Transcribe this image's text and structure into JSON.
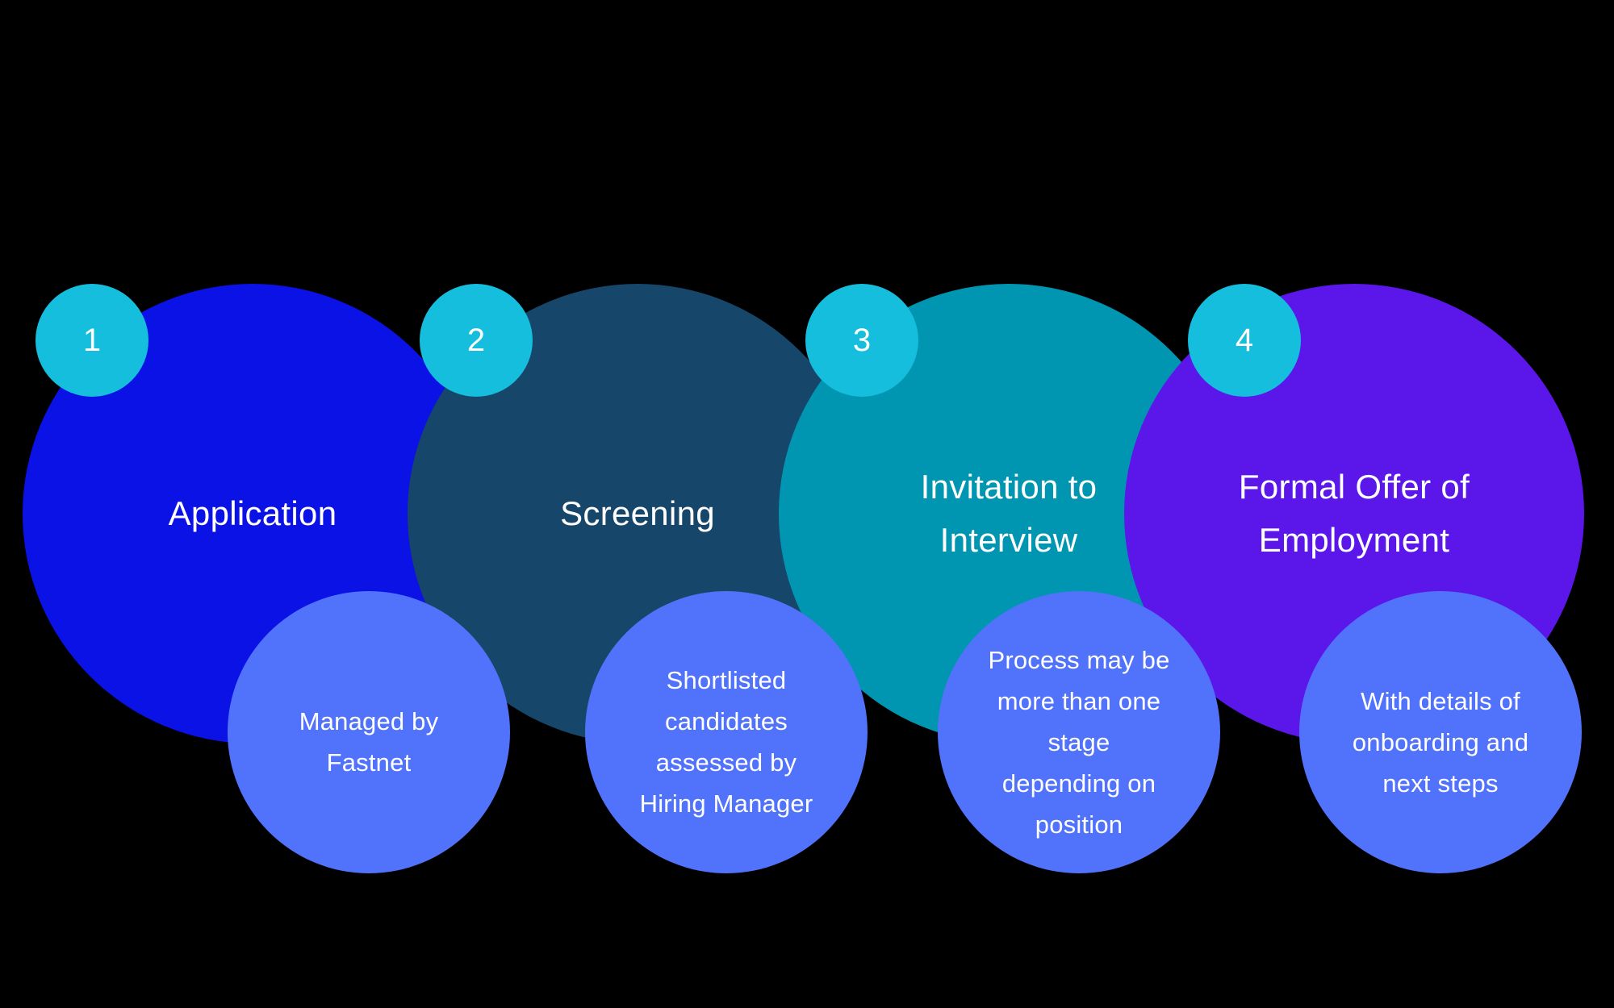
{
  "colors": {
    "background": "#000000",
    "step1": "#0B12E6",
    "step2": "#17466B",
    "step3": "#0096B1",
    "step4": "#5B16EA",
    "note": "#5172FA",
    "badge": "#15BEDD",
    "text": "#FFFFFF"
  },
  "steps": [
    {
      "number": "1",
      "title": "Application",
      "note": "Managed by\nFastnet"
    },
    {
      "number": "2",
      "title": "Screening",
      "note": "Shortlisted\ncandidates\nassessed by\nHiring Manager"
    },
    {
      "number": "3",
      "title": "Invitation to\nInterview",
      "note": "Process may be\nmore than one\nstage\ndepending on\nposition"
    },
    {
      "number": "4",
      "title": "Formal Offer of\nEmployment",
      "note": "With details of\nonboarding and\nnext steps"
    }
  ]
}
